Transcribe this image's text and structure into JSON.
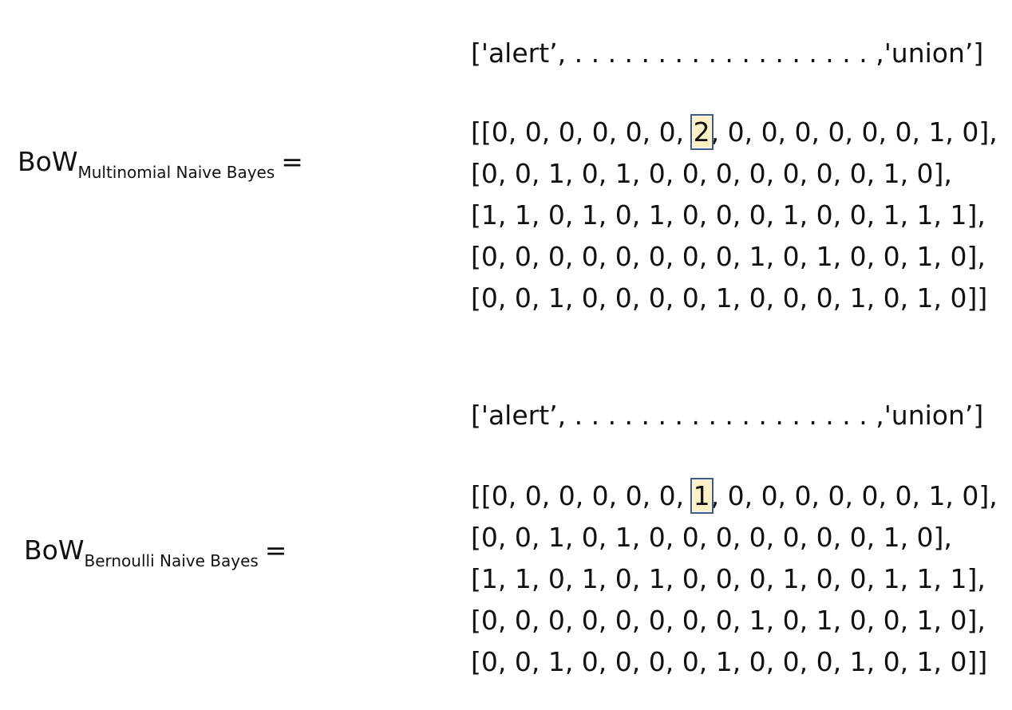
{
  "multinomial": {
    "label_base": "BoW",
    "label_sub": "Multinomial Naive Bayes",
    "label_eq": "=",
    "vocab": "['alert’, . . . . . . . . . . . . . . . . . . ,'union’]",
    "rows": [
      {
        "pre": "[[0, 0, 0, 0, 0, 0, ",
        "hl": "2",
        "post": ", 0, 0, 0, 0, 0, 0, 1, 0],"
      },
      {
        "text": "[0, 0, 1, 0, 1, 0, 0, 0, 0, 0, 0, 0, 1, 0],"
      },
      {
        "text": "[1, 1, 0, 1, 0, 1, 0, 0, 0, 1, 0, 0, 1, 1, 1],"
      },
      {
        "text": "[0, 0, 0, 0, 0, 0, 0, 0, 1, 0, 1, 0, 0, 1, 0],"
      },
      {
        "text": "[0, 0, 1, 0, 0, 0, 0, 1, 0, 0, 0, 1, 0, 1, 0]]"
      }
    ]
  },
  "bernoulli": {
    "label_base": "BoW",
    "label_sub": "Bernoulli Naive Bayes",
    "label_eq": "=",
    "vocab": "['alert’, . . . . . . . . . . . . . . . . . . ,'union’]",
    "rows": [
      {
        "pre": "[[0, 0, 0, 0, 0, 0, ",
        "hl": "1",
        "post": ", 0, 0, 0, 0, 0, 0, 1, 0],"
      },
      {
        "text": "[0, 0, 1, 0, 1, 0, 0, 0, 0, 0, 0, 0, 1, 0],"
      },
      {
        "text": "[1, 1, 0, 1, 0, 1, 0, 0, 0, 1, 0, 0, 1, 1, 1],"
      },
      {
        "text": "[0, 0, 0, 0, 0, 0, 0, 0, 1, 0, 1, 0, 0, 1, 0],"
      },
      {
        "text": "[0, 0, 1, 0, 0, 0, 0, 1, 0, 0, 0, 1, 0, 1, 0]]"
      }
    ]
  },
  "colors": {
    "highlight_fill": "#fdf0c4",
    "highlight_border": "#3d5a8a"
  }
}
